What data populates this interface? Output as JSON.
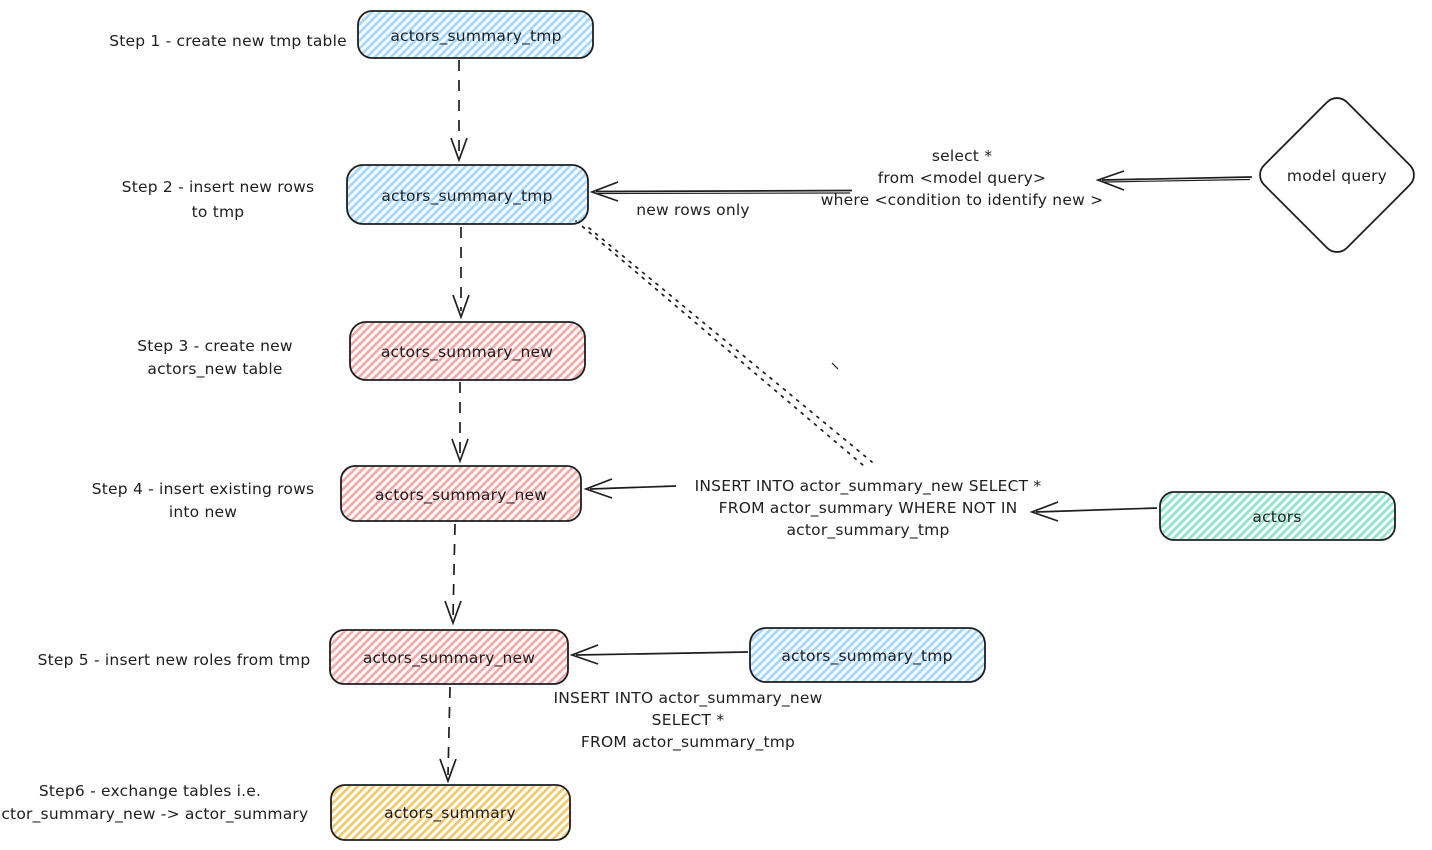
{
  "colors": {
    "stroke": "#1e1e1e",
    "background": "#ffffff",
    "blue": "#a5d8ff",
    "pink": "#f5a9a9",
    "green": "#8ee6c8",
    "yellow": "#f2c969"
  },
  "left_labels": {
    "step1": [
      "Step 1 - create new tmp table"
    ],
    "step2": [
      "Step 2 - insert new rows",
      "to tmp"
    ],
    "step3": [
      "Step 3 - create new",
      "actors_new table"
    ],
    "step4": [
      "Step 4 - insert existing rows",
      "into new"
    ],
    "step5": [
      "Step 5 - insert new roles from tmp"
    ],
    "step6": [
      "Step6 - exchange tables i.e.",
      "actor_summary_new -> actor_summary"
    ]
  },
  "nodes": {
    "tmp_step1": "actors_summary_tmp",
    "tmp_step2": "actors_summary_tmp",
    "new_step3": "actors_summary_new",
    "new_step4": "actors_summary_new",
    "new_step5": "actors_summary_new",
    "summary_step6": "actors_summary",
    "tmp_source": "actors_summary_tmp",
    "actors_source": "actors",
    "model_query": "model query"
  },
  "annotations": {
    "model_query_sql": [
      "select *",
      "from <model query>",
      "where <condition to identify new >"
    ],
    "new_rows_only": "new rows only",
    "insert_not_in_sql": [
      "INSERT INTO actor_summary_new SELECT *",
      "FROM actor_summary WHERE NOT IN",
      "actor_summary_tmp"
    ],
    "insert_from_tmp_sql": [
      "INSERT INTO actor_summary_new",
      "SELECT *",
      "FROM actor_summary_tmp"
    ]
  }
}
